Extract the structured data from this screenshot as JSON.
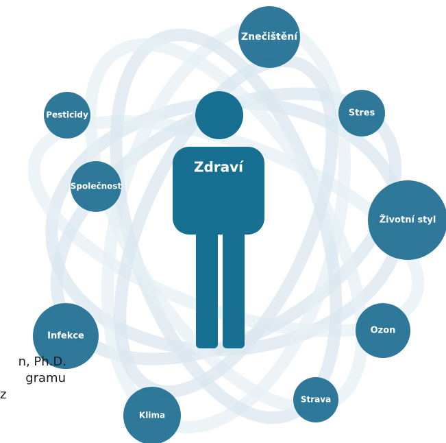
{
  "center": {
    "label": "Zdraví"
  },
  "nodes": [
    {
      "label": "Znečištění"
    },
    {
      "label": "Stres"
    },
    {
      "label": "Pesticidy"
    },
    {
      "label": "Společnost"
    },
    {
      "label": "Životní styl"
    },
    {
      "label": "Ozon"
    },
    {
      "label": "Infekce"
    },
    {
      "label": "Strava"
    },
    {
      "label": "Klima"
    }
  ],
  "side_text": {
    "line1": "n, Ph.D.",
    "line2": "gramu",
    "line3": "z"
  },
  "colors": {
    "primary": "#1f6e91",
    "figure": "#176f92",
    "ring": "#dbe8f0",
    "text": "#ffffff"
  }
}
